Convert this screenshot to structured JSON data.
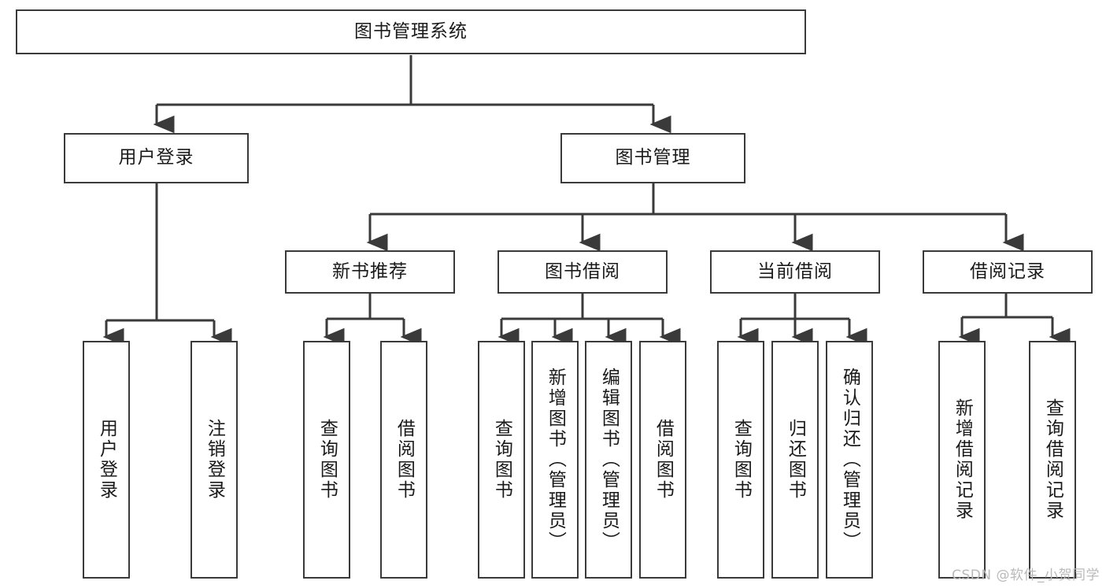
{
  "diagram": {
    "title": "图书管理系统",
    "watermark": "CSDN @软件_小贺同学",
    "edge_color": "#3a3a3a",
    "box_border_color": "#3a3a3a",
    "text_color": "#1a1a1a",
    "background": "#ffffff",
    "root": {
      "label": "图书管理系统"
    },
    "level2": [
      {
        "label": "用户登录"
      },
      {
        "label": "图书管理"
      }
    ],
    "level3": [
      {
        "label": "新书推荐"
      },
      {
        "label": "图书借阅"
      },
      {
        "label": "当前借阅"
      },
      {
        "label": "借阅记录"
      }
    ],
    "leaves": {
      "user_login": [
        {
          "label": "用户登录"
        },
        {
          "label": "注销登录"
        }
      ],
      "new_book_recommend": [
        {
          "label": "查询图书"
        },
        {
          "label": "借阅图书"
        }
      ],
      "book_borrow": [
        {
          "label": "查询图书"
        },
        {
          "label": "新增图书（管理员）"
        },
        {
          "label": "编辑图书（管理员）"
        },
        {
          "label": "借阅图书"
        }
      ],
      "current_borrow": [
        {
          "label": "查询图书"
        },
        {
          "label": "归还图书"
        },
        {
          "label": "确认归还（管理员）"
        }
      ],
      "borrow_record": [
        {
          "label": "新增借阅记录"
        },
        {
          "label": "查询借阅记录"
        }
      ]
    }
  }
}
